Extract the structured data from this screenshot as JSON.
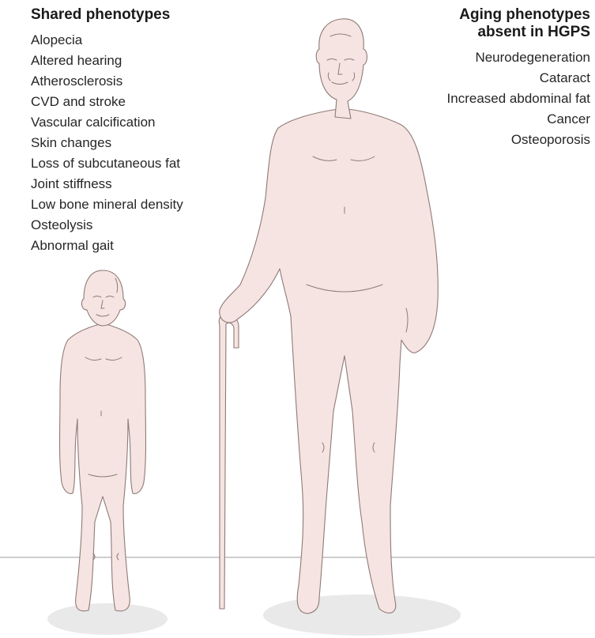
{
  "shared": {
    "title": "Shared phenotypes",
    "items": [
      "Alopecia",
      "Altered hearing",
      "Atherosclerosis",
      "CVD and stroke",
      "Vascular calcification",
      "Skin changes",
      "Loss of subcutaneous fat",
      "Joint stiffness",
      "Low bone mineral density",
      "Osteolysis",
      "Abnormal gait"
    ]
  },
  "aging": {
    "title_line1": "Aging phenotypes",
    "title_line2": "absent in HGPS",
    "items": [
      "Neurodegeneration",
      "Cataract",
      "Increased abdominal fat",
      "Cancer",
      "Osteoporosis"
    ]
  },
  "colors": {
    "skin": "#f5e4e1",
    "outline": "#8f7a78",
    "shadow": "#e9e9e9",
    "ground": "#bdbdbd"
  }
}
